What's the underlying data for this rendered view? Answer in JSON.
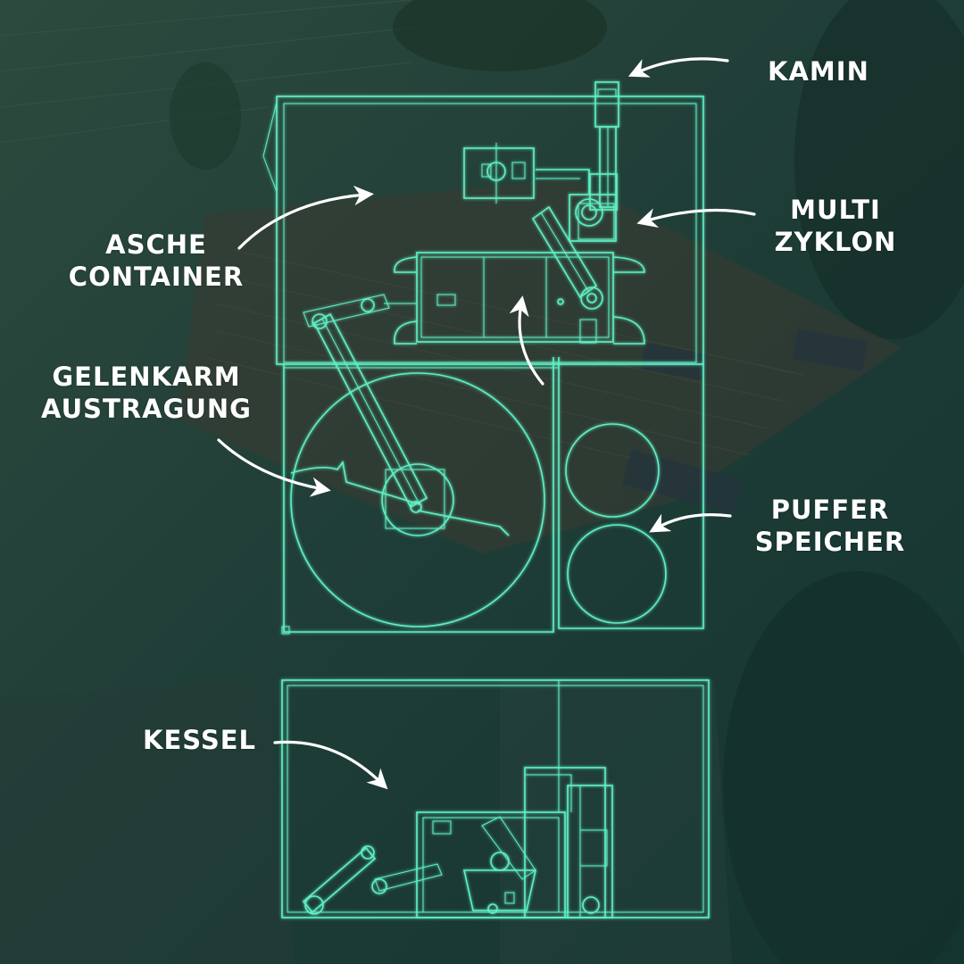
{
  "colors": {
    "background": "#1d3b36",
    "blueprint_line": "#5ff0c4",
    "label_text": "#ffffff"
  },
  "labels": {
    "kamin": "KAMIN",
    "multi_zyklon_line1": "MULTI",
    "multi_zyklon_line2": "ZYKLON",
    "asche_container_line1": "ASCHE",
    "asche_container_line2": "CONTAINER",
    "gelenkarm_line1": "GELENKARM",
    "gelenkarm_line2": "AUSTRAGUNG",
    "puffer_line1": "PUFFER",
    "puffer_line2": "SPEICHER",
    "kessel": "KESSEL"
  }
}
